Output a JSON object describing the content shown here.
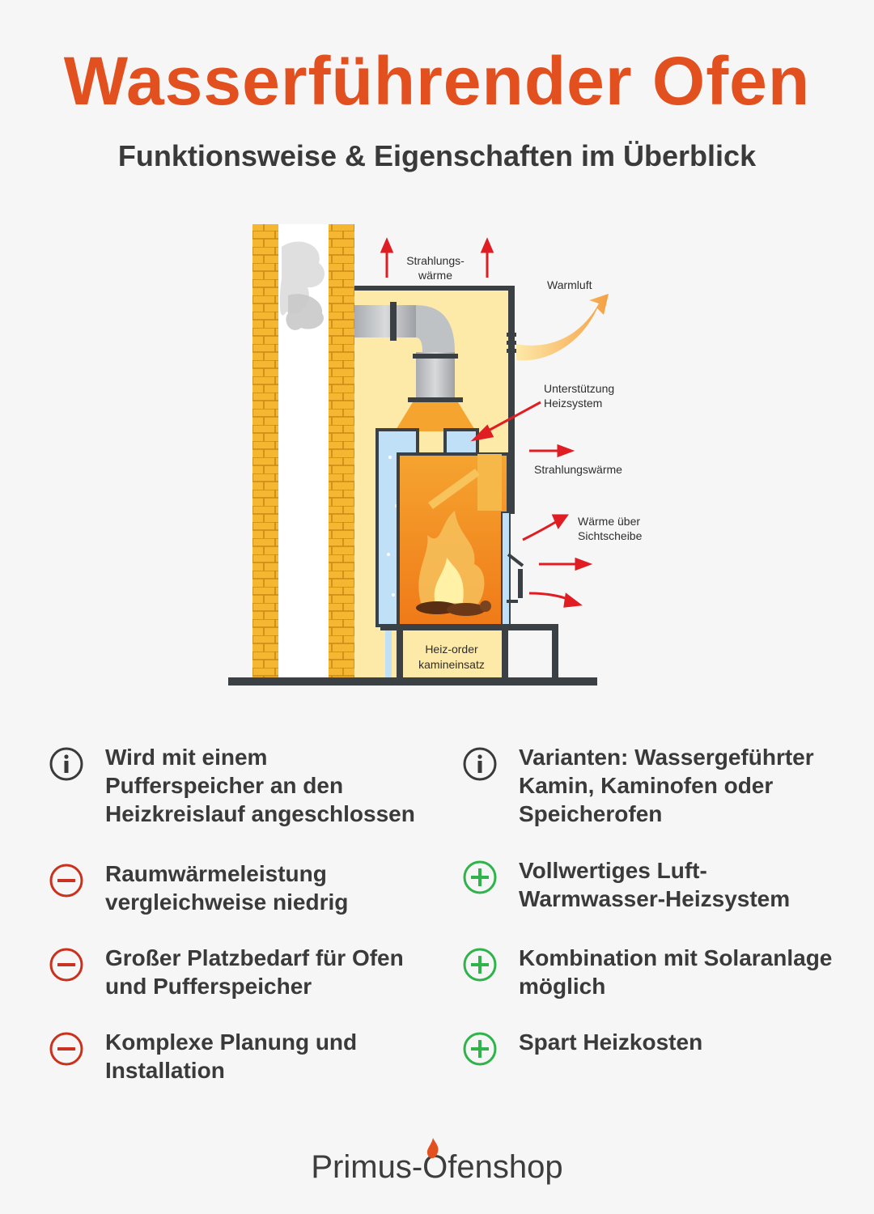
{
  "header": {
    "title": "Wasserführender Ofen",
    "subtitle": "Funktionsweise & Eigenschaften im Überblick"
  },
  "diagram": {
    "labels": {
      "strahlung_top_1": "Strahlungs-",
      "strahlung_top_2": "wärme",
      "warmluft": "Warmluft",
      "support_1": "Unterstützung",
      "support_2": "Heizsystem",
      "strahlung_side": "Strahlungswärme",
      "glass_1": "Wärme über",
      "glass_2": "Sichtscheibe",
      "insert_1": "Heiz-order",
      "insert_2": "kamineinsatz"
    },
    "colors": {
      "brick": "#f5b731",
      "warm_bg": "#fde9a8",
      "water": "#bfe0f7",
      "arrow": "#e01d22",
      "fire": "#f59a23",
      "frame": "#3b4045"
    }
  },
  "features": {
    "left": [
      {
        "icon": "info-icon",
        "text": "Wird mit einem Pufferspeicher an den Heizkreislauf angeschlossen"
      },
      {
        "icon": "minus-icon",
        "text": "Raumwärmeleistung vergleichweise niedrig"
      },
      {
        "icon": "minus-icon",
        "text": "Großer Platzbedarf für Ofen und Pufferspeicher"
      },
      {
        "icon": "minus-icon",
        "text": "Komplexe Planung und Installation"
      }
    ],
    "right": [
      {
        "icon": "info-icon",
        "text": "Varianten: Wassergeführter Kamin, Kaminofen oder Speicherofen"
      },
      {
        "icon": "plus-icon",
        "text": "Vollwertiges Luft-Warmwasser-Heizsystem"
      },
      {
        "icon": "plus-icon",
        "text": "Kombination mit Solaranlage möglich"
      },
      {
        "icon": "plus-icon",
        "text": "Spart Heizkosten"
      }
    ],
    "colors": {
      "info": "#3a3a3a",
      "minus": "#c8321e",
      "plus": "#2fb34a"
    }
  },
  "logo": {
    "text_a": "Primus-",
    "text_b": "Ofenshop"
  }
}
